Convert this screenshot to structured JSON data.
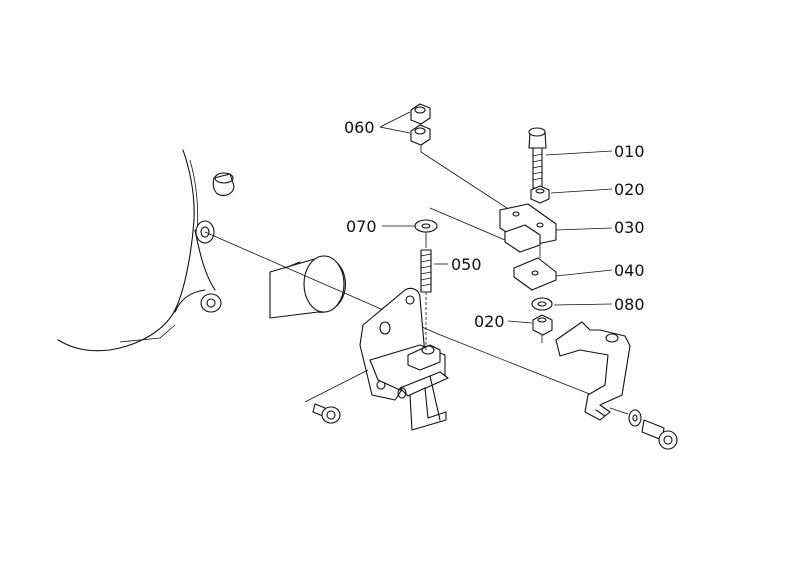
{
  "diagram": {
    "parts": [
      {
        "id": "p010",
        "label": "010"
      },
      {
        "id": "p020a",
        "label": "020"
      },
      {
        "id": "p030",
        "label": "030"
      },
      {
        "id": "p040",
        "label": "040"
      },
      {
        "id": "p080",
        "label": "080"
      },
      {
        "id": "p020b",
        "label": "020"
      },
      {
        "id": "p060",
        "label": "060"
      },
      {
        "id": "p070",
        "label": "070"
      },
      {
        "id": "p050",
        "label": "050"
      }
    ]
  }
}
